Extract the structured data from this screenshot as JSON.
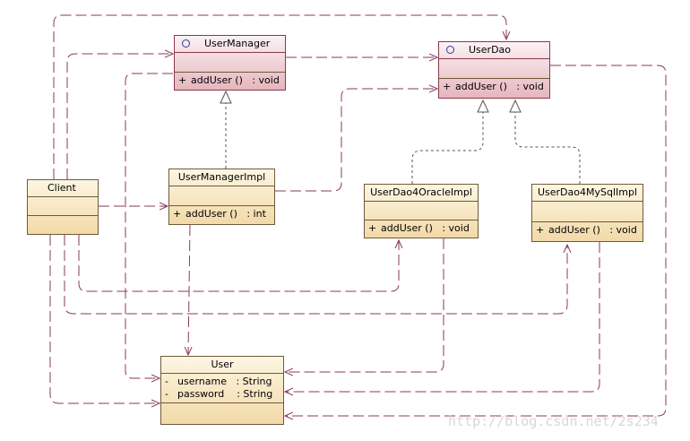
{
  "classes": {
    "user_manager": {
      "name": "UserManager",
      "ops": [
        {
          "vis": "+",
          "sig": "addUser ()   : void"
        }
      ]
    },
    "user_dao": {
      "name": "UserDao",
      "ops": [
        {
          "vis": "+",
          "sig": "addUser ()   : void"
        }
      ]
    },
    "user_manager_impl": {
      "name": "UserManagerImpl",
      "ops": [
        {
          "vis": "+",
          "sig": "addUser ()   : int"
        }
      ]
    },
    "client": {
      "name": "Client"
    },
    "user_dao_oracle": {
      "name": "UserDao4OracleImpl",
      "ops": [
        {
          "vis": "+",
          "sig": "addUser ()   : void"
        }
      ]
    },
    "user_dao_mysql": {
      "name": "UserDao4MySqlImpl",
      "ops": [
        {
          "vis": "+",
          "sig": "addUser ()   : void"
        }
      ]
    },
    "user": {
      "name": "User",
      "attrs": [
        {
          "vis": "-",
          "sig": "username   : String"
        },
        {
          "vis": "-",
          "sig": "password    : String"
        }
      ]
    }
  },
  "watermark": "http://blog.csdn.net/2s234",
  "colors": {
    "line": "#8b3a5a",
    "interface_fill": "#e6b6be",
    "class_fill": "#f2d9a8"
  }
}
